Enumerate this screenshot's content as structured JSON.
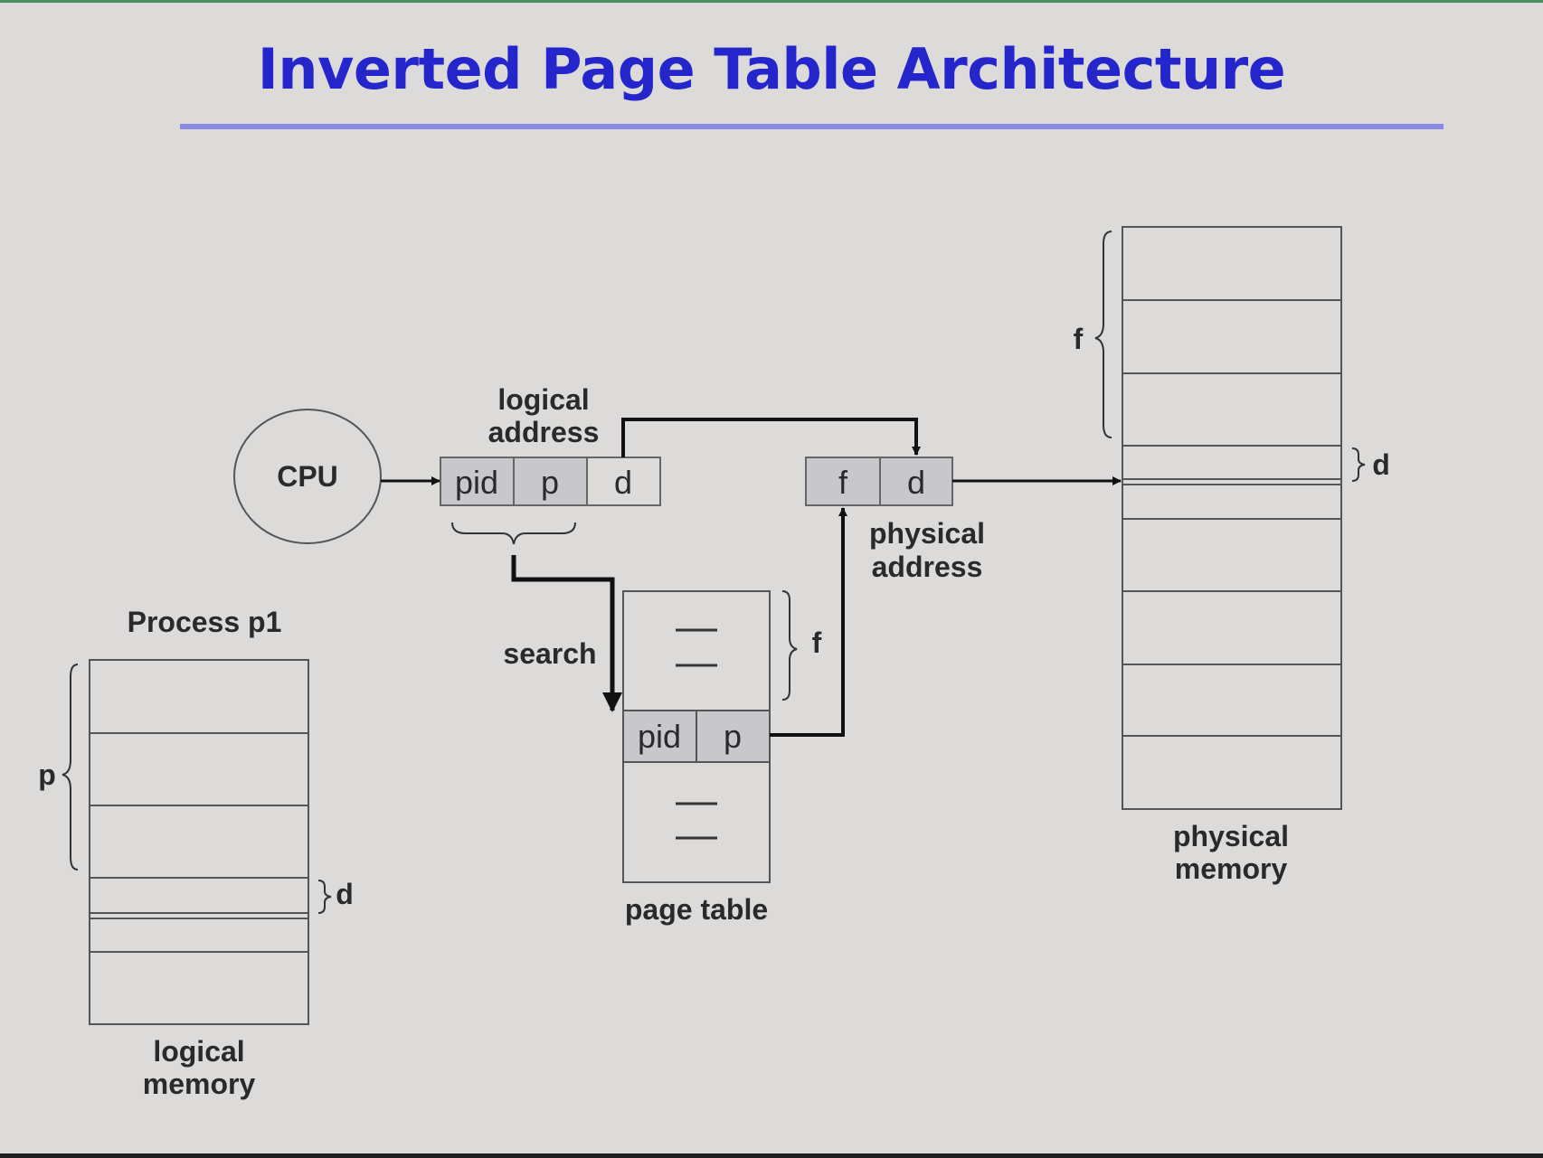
{
  "title": "Inverted Page Table Architecture",
  "diagram": {
    "cpu": "CPU",
    "logical_address": {
      "label_line1": "logical",
      "label_line2": "address",
      "fields": [
        "pid",
        "p",
        "d"
      ]
    },
    "physical_address": {
      "label_line1": "physical",
      "label_line2": "address",
      "fields": [
        "f",
        "d"
      ]
    },
    "search_label": "search",
    "page_table": {
      "label": "page table",
      "entry_fields": [
        "pid",
        "p"
      ],
      "offset_label": "f"
    },
    "logical_memory": {
      "process_label": "Process p1",
      "label_line1": "logical",
      "label_line2": "memory",
      "page_brace_label": "p",
      "offset_brace_label": "d"
    },
    "physical_memory": {
      "label_line1": "physical",
      "label_line2": "memory",
      "frame_brace_label": "f",
      "offset_brace_label": "d"
    }
  },
  "colors": {
    "title": "#2525cc",
    "title_rule": "#8a8ae6",
    "background": "#dcdbd9",
    "shaded_cell": "#c8c7cc"
  }
}
